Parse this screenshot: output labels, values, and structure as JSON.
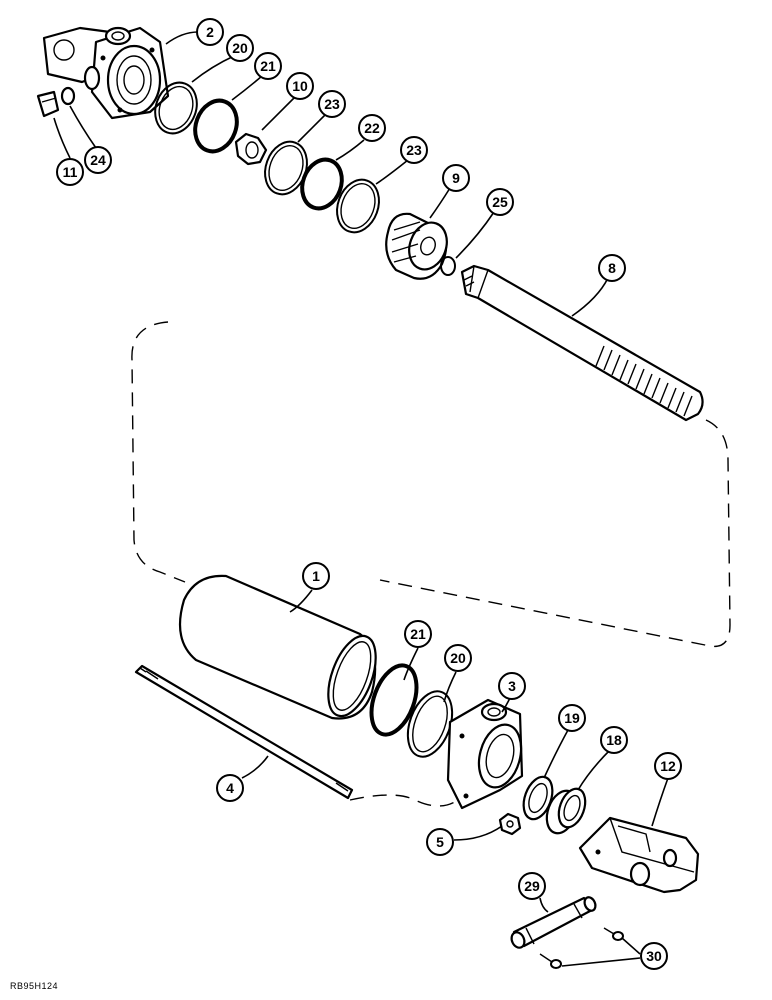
{
  "figure": {
    "reference_code": "RB95H124",
    "callouts": {
      "c2": "2",
      "c20a": "20",
      "c21a": "21",
      "c10": "10",
      "c23a": "23",
      "c22": "22",
      "c23b": "23",
      "c9": "9",
      "c25": "25",
      "c8": "8",
      "c11": "11",
      "c24": "24",
      "c1": "1",
      "c21b": "21",
      "c20b": "20",
      "c3": "3",
      "c19": "19",
      "c18": "18",
      "c12": "12",
      "c4": "4",
      "c5": "5",
      "c29": "29",
      "c30": "30"
    }
  }
}
